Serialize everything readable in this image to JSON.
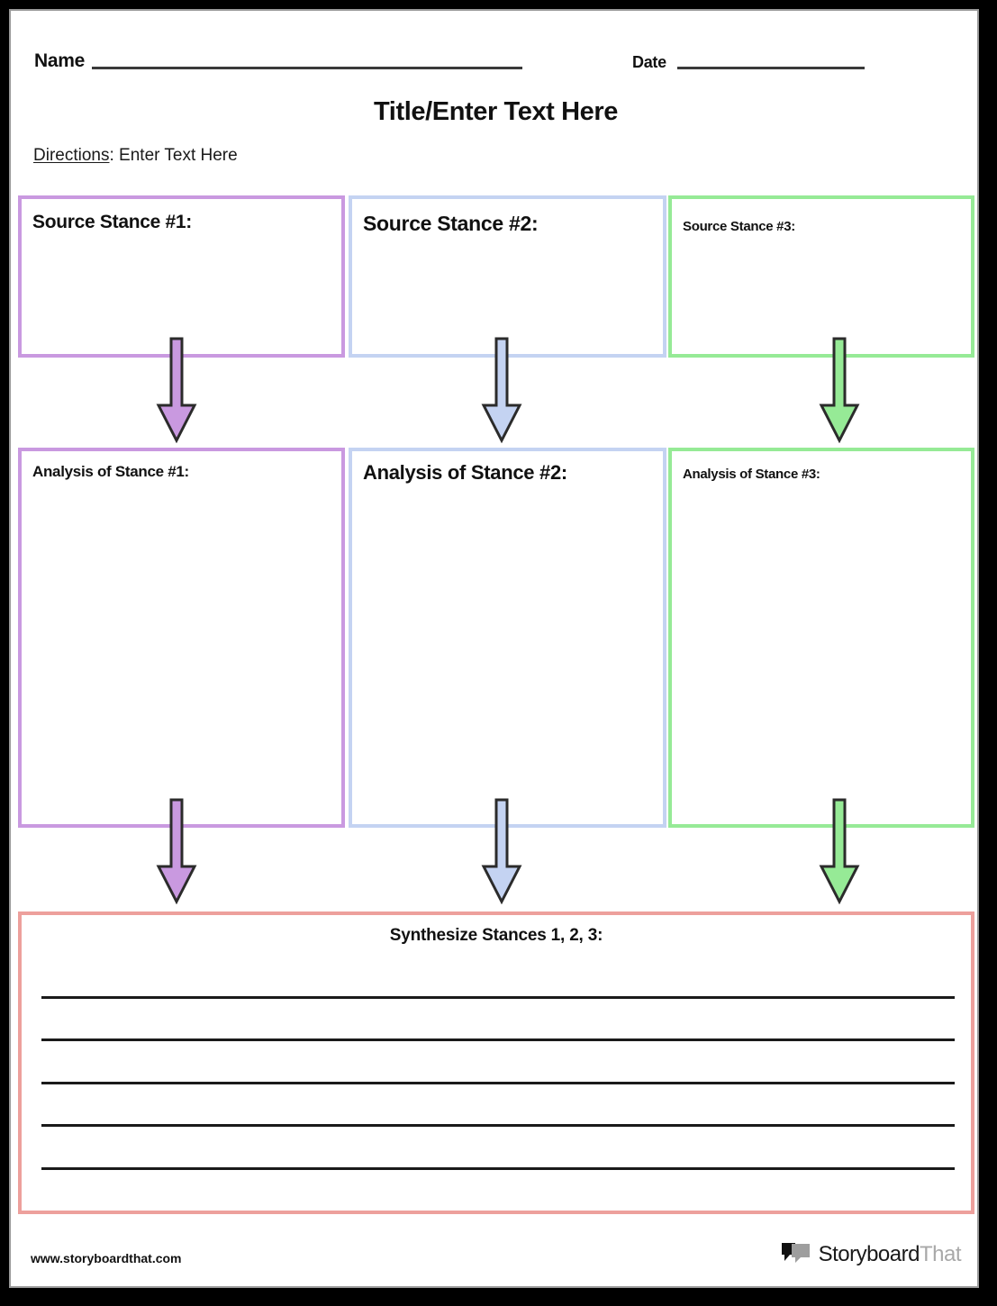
{
  "page": {
    "title": "Title/Enter Text Here",
    "name_label": "Name",
    "date_label": "Date",
    "directions_word": "Directions",
    "directions_separator": ": ",
    "directions_value": "Enter Text Here"
  },
  "sources": [
    {
      "label": "Source Stance #1:",
      "color": "#c999e0"
    },
    {
      "label": "Source Stance #2:",
      "color": "#c4d3f2"
    },
    {
      "label": "Source Stance #3:",
      "color": "#96ea96"
    }
  ],
  "analyses": [
    {
      "label": "Analysis of Stance #1:",
      "color": "#c999e0"
    },
    {
      "label": "Analysis of Stance #2:",
      "color": "#c4d3f2"
    },
    {
      "label": "Analysis of Stance #3:",
      "color": "#96ea96"
    }
  ],
  "synthesis": {
    "label": "Synthesize Stances 1, 2, 3:",
    "color": "#eda09c",
    "line_count": 5
  },
  "arrows": {
    "outline_color": "#2b2b2b",
    "fill_colors": [
      "#c999e0",
      "#c4d3f2",
      "#96ea96"
    ]
  },
  "footer": {
    "url": "www.storyboardthat.com",
    "brand_primary": "Storyboard",
    "brand_secondary": "That",
    "brand_primary_color": "#1a1a1a",
    "brand_secondary_color": "#a8a8a8"
  }
}
